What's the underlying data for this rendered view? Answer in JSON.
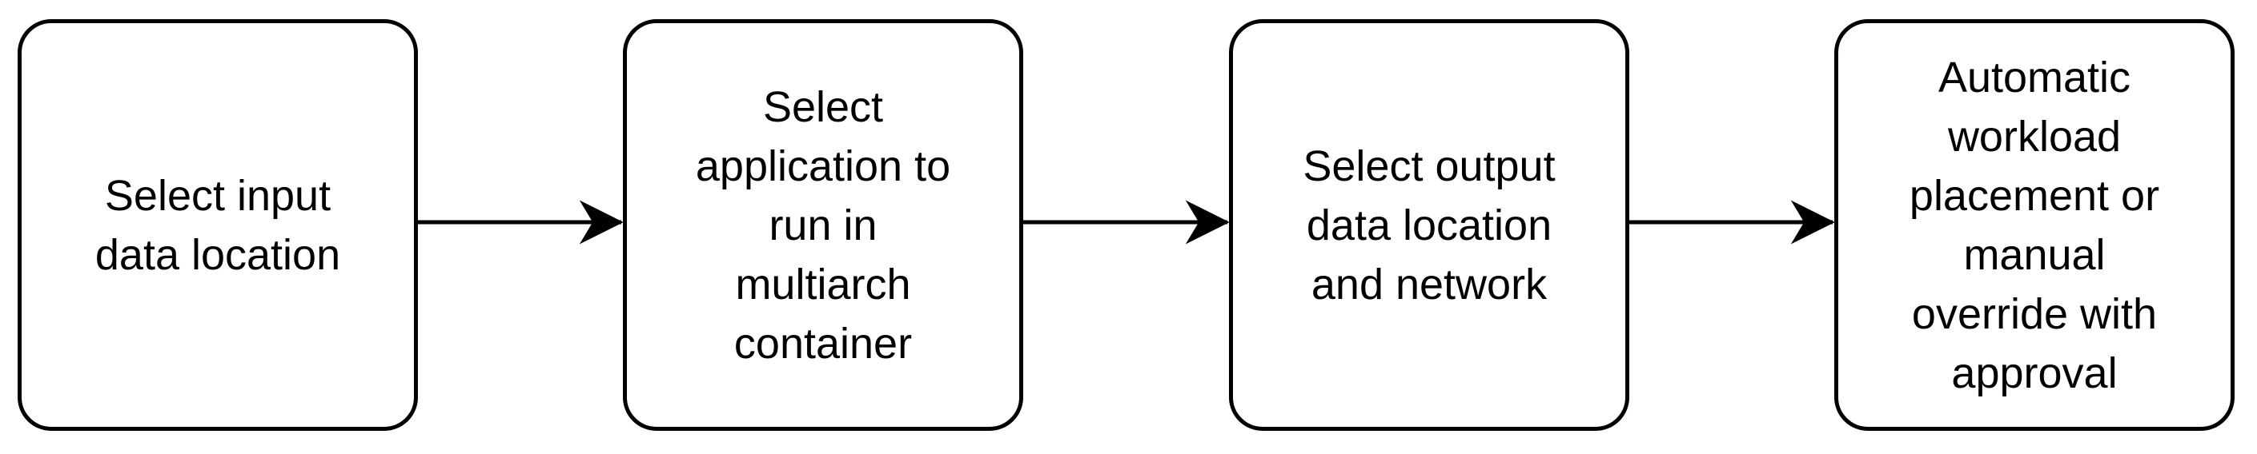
{
  "diagram": {
    "steps": [
      {
        "label": "Select input\ndata location"
      },
      {
        "label": "Select\napplication to\nrun in\nmultiarch\ncontainer"
      },
      {
        "label": "Select output\ndata location\nand network"
      },
      {
        "label": "Automatic\nworkload\nplacement or\nmanual\noverride with\napproval"
      }
    ],
    "colors": {
      "stroke": "#000000",
      "fill": "#ffffff"
    }
  }
}
